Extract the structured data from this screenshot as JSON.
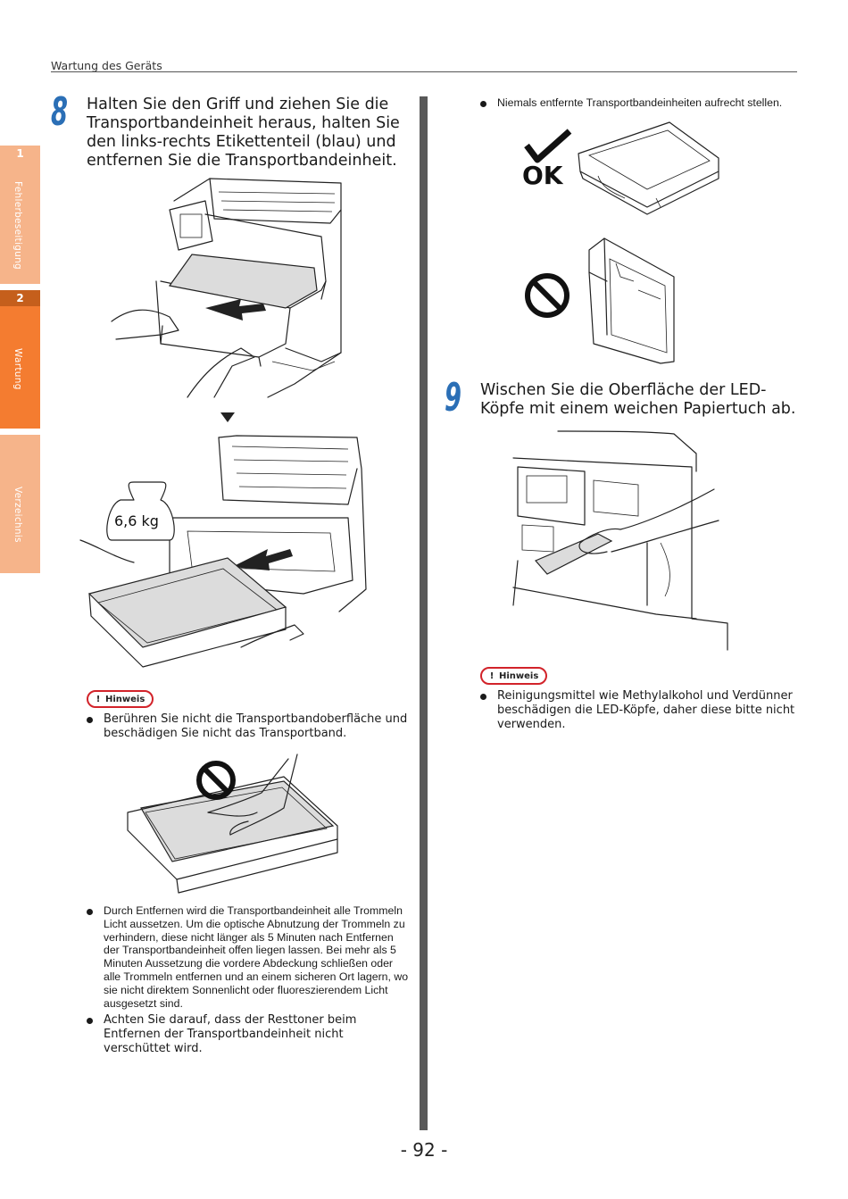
{
  "header": {
    "section_title": "Wartung des Geräts"
  },
  "side_tabs": [
    {
      "number": "1",
      "label": "Fehlerbeseitigung",
      "color": "#f6b48a",
      "active": false
    },
    {
      "number": "2",
      "label": "Wartung",
      "color": "#f47c30",
      "active": true
    },
    {
      "number": "",
      "label": "Verzeichnis",
      "color": "#f6b48a",
      "active": false
    }
  ],
  "step8": {
    "number": "8",
    "text": "Halten Sie den Griff und ziehen Sie die Transportbandeinheit heraus, halten Sie den links-rechts Etikettenteil (blau) und entfernen Sie die Transportbandeinheit.",
    "weight_label": "6,6 kg",
    "note_label": "Hinweis",
    "note_bullets": [
      "Berühren Sie nicht die Transportbandoberfläche und beschädigen Sie nicht das Transportband."
    ],
    "bullets_after_image": [
      "Durch Entfernen wird die Transportbandeinheit alle Trommeln Licht aussetzen. Um die optische Abnutzung der Trommeln zu verhindern, diese nicht länger als 5 Minuten nach Entfernen der Transportbandeinheit offen liegen lassen. Bei mehr als 5 Minuten Aussetzung die vordere Abdeckung schließen oder alle Trommeln entfernen und an einem sicheren Ort lagern, wo sie nicht direktem Sonnenlicht oder fluoreszierendem Licht ausgesetzt sind.",
      "Achten Sie darauf, dass der Resttoner beim Entfernen der Transportbandeinheit nicht verschüttet wird."
    ]
  },
  "right_column": {
    "top_bullet": "Niemals entfernte Transportbandeinheiten aufrecht stellen.",
    "ok_label": "OK"
  },
  "step9": {
    "number": "9",
    "text": "Wischen Sie die Oberfläche der LED-Köpfe mit einem weichen Papiertuch ab.",
    "note_label": "Hinweis",
    "note_bullets": [
      "Reinigungsmittel wie Methylalkohol und Verdünner beschädigen die LED-Köpfe, daher diese bitte nicht verwenden."
    ]
  },
  "footer": {
    "page_number": "- 92 -"
  },
  "colors": {
    "accent_blue": "#2b6fb6",
    "tab_orange": "#f47c30",
    "tab_light": "#f6b48a",
    "note_red": "#d2232a",
    "divider": "#595959"
  }
}
